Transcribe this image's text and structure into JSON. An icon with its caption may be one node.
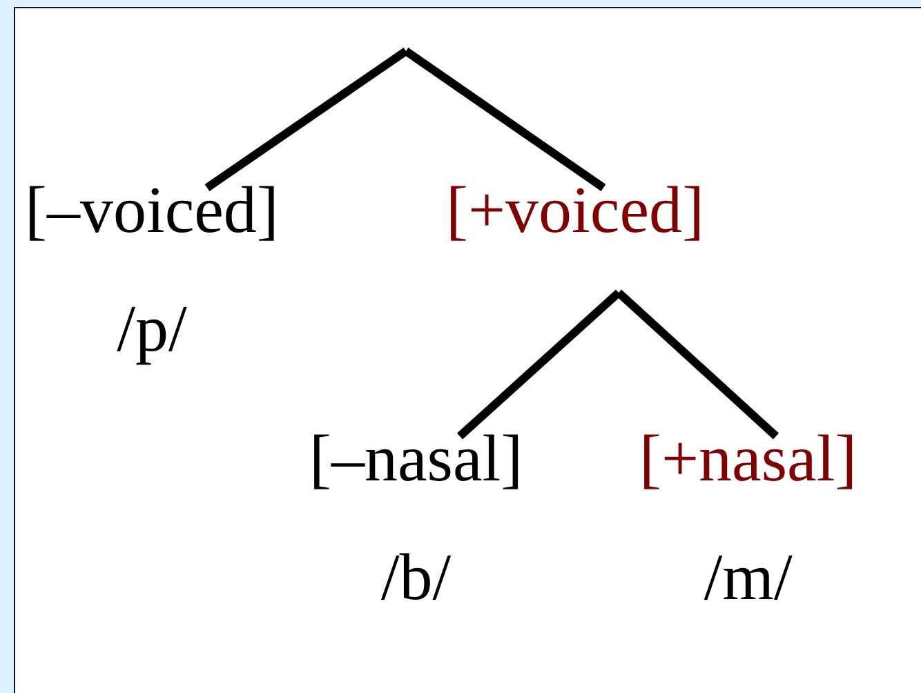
{
  "diagram": {
    "nodes": [
      {
        "text": [
          "[–voiced]"
        ],
        "beside": [
          "/p/"
        ]
      },
      {
        "text": [
          "[+voiced]"
        ]
      },
      {
        "text": [
          "[–nasal]"
        ],
        "beside": [
          "/b/"
        ]
      },
      {
        "text": [
          "[+nasal]"
        ],
        "beside": [
          "/m/"
        ]
      }
    ],
    "edges": [
      {
        "from": null,
        "to": 0,
        "arrow": "none"
      },
      {
        "from": null,
        "to": 1,
        "arrow": "none"
      },
      {
        "from": null,
        "to": 2,
        "arrow": "none"
      },
      {
        "from": null,
        "to": 3,
        "arrow": "none"
      }
    ]
  }
}
